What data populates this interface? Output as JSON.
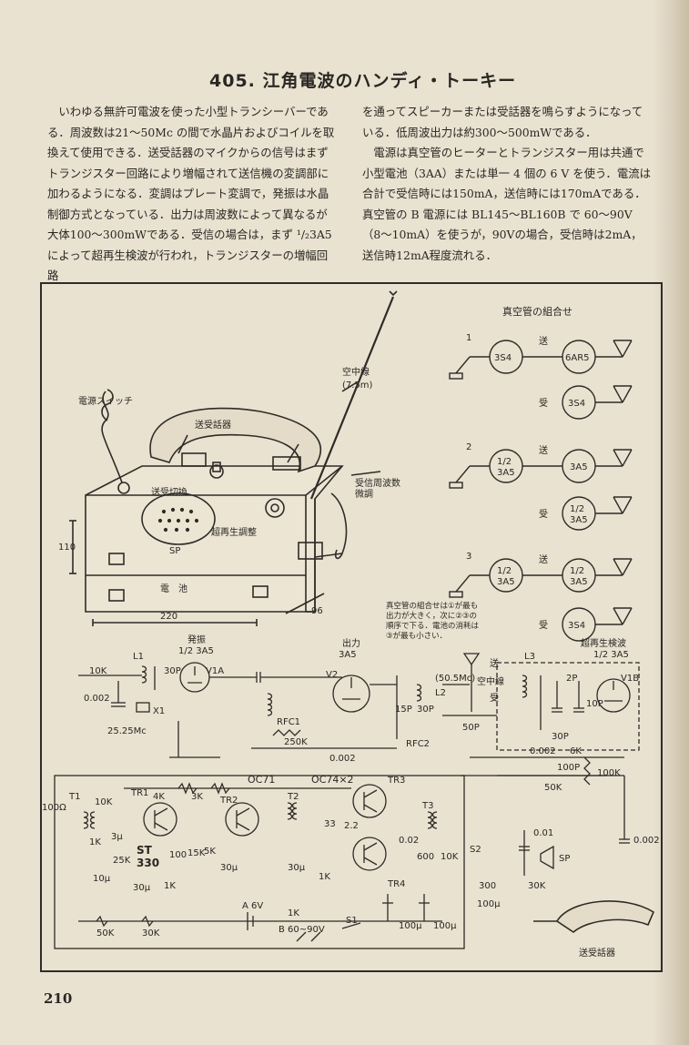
{
  "article": {
    "title": "405. 江角電波のハンディ・トーキー",
    "paragraphs_left": [
      "いわゆる無許可電波を使った小型トランシーバーである．周波数は21〜50Mc の間で水晶片およびコイルを取換えて使用できる．送受話器のマイクからの信号はまずトランジスター回路により増幅されて送信機の変調部に加わるようになる．変調はプレート変調で，発振は水晶制御方式となっている．出力は周波数によって異なるが大体100〜300mWである．受信の場合は，まず ¹/₂3A5 によって超再生検波が行われ，トランジスターの増幅回路"
    ],
    "paragraphs_right": [
      "を通ってスピーカーまたは受話器を鳴らすようになっている．低周波出力は約300〜500mWである．",
      "電源は真空管のヒーターとトランジスター用は共通で小型電池（3AA）または単一 4 個の 6 V を使う．電流は合計で受信時には150mA，送信時には170mAである．真空管の B 電源には BL145〜BL160B で 60〜90V（8〜10mA）を使うが，90Vの場合，受信時は2mA，送信時12mA程度流れる．"
    ]
  },
  "figure": {
    "device": {
      "power_switch": "電源スイッチ",
      "handset": "送受話器",
      "antenna": "空中線\n(7.5m)",
      "tx_rx_switch": "送受切換",
      "speaker": "SP",
      "regen_adjust": "超再生調整",
      "fine_tune": "受信周波数\n微調",
      "battery": "電　池",
      "dim_height": "110",
      "dim_width": "220",
      "dim_depth": "96"
    },
    "tube_table": {
      "title": "真空管の組合せ",
      "rows": [
        {
          "num": "1",
          "mode": "送",
          "tubes": [
            "3S4",
            "6AR5"
          ]
        },
        {
          "num": "",
          "mode": "受",
          "tubes": [
            "3S4"
          ]
        },
        {
          "num": "2",
          "mode": "送",
          "tubes": [
            "1/2\n3A5",
            "3A5"
          ]
        },
        {
          "num": "",
          "mode": "受",
          "tubes": [
            "1/2\n3A5"
          ]
        },
        {
          "num": "3",
          "mode": "送",
          "tubes": [
            "1/2\n3A5",
            "1/2\n3A5"
          ]
        },
        {
          "num": "",
          "mode": "受",
          "tubes": [
            "3S4"
          ]
        }
      ],
      "note": "真空管の組合せは①が最も出力が大きく，次に②③の順序で下る．電池の消耗は③が最も小さい．"
    },
    "schematic": {
      "osc_label": "発振",
      "osc_tube": "1/2 3A5",
      "out_label": "出力",
      "out_tube": "3A5",
      "det_label": "超再生検波",
      "det_tube": "1/2 3A5",
      "antenna": "空中線",
      "sw_tx": "送",
      "sw_rx": "受",
      "labels": [
        "10K",
        "0.002",
        "25.25Mc",
        "30P",
        "V1A",
        "X1",
        "L1",
        "RFC1",
        "250K",
        "0.002",
        "V2",
        "15P",
        "50P",
        "30P",
        "L2",
        "RFC2",
        "(50.5Mc)",
        "L3",
        "2P",
        "10P",
        "30P",
        "V1B",
        "6K",
        "100P",
        "50K",
        "100K",
        "0.002",
        "0.002",
        "0.01",
        "30K",
        "SP"
      ],
      "lf_labels": [
        "100Ω",
        "T1",
        "10K",
        "1K",
        "3μ",
        "10μ",
        "TR1",
        "4K",
        "ST",
        "330",
        "100",
        "1K",
        "25K",
        "30μ",
        "TR2",
        "3K",
        "15K",
        "5K",
        "OC71",
        "30μ",
        "OC74×2",
        "T2",
        "33",
        "2.2",
        "1K",
        "TR3",
        "TR4",
        "T3",
        "0.02",
        "600",
        "10K",
        "30μ",
        "1K",
        "50K",
        "30K",
        "A 6V",
        "B 60~90V",
        "S1",
        "S2",
        "300",
        "100μ",
        "100μ",
        "100μ"
      ],
      "handset": "送受話器"
    }
  },
  "page_number": "210"
}
